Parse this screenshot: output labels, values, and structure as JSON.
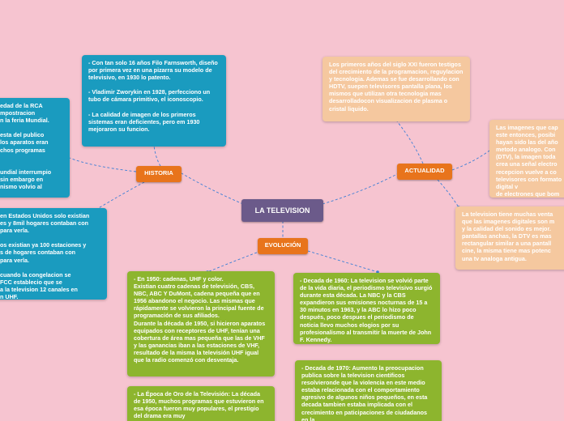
{
  "central": {
    "title": "LA TELEVISION"
  },
  "topics": {
    "historia": "HISTORIA",
    "actualidad": "ACTUALIDAD",
    "evolucion": "EVOLUCIÓN"
  },
  "historia_notes": {
    "inventors": "- Con tan solo 16 años Filo Farnsworth, diseño por primera vez en una pizarra su modelo de televisivo, en 1930 lo patento.\n\n- Vladimir Zworykin en 1928, perfecciono un tubo de cámara primitivo, el iconoscopio.\n\n- La calidad de imagen de los primeros sistemas eran deficientes, pero em 1930 mejoraron su funcion.",
    "rca": "edad de  la RCA\nmpostracion\nn la feria Mundial.\n\nesta del publico\nlos aparatos eran\nchos programas\n\n\nundial interrumpio\nsin embargo en\nnismo volvio al",
    "usa": "en Estados Unidos solo existian\nes y 8mil hogares contaban con\npara verla.\n\nos existian ya 100 estaciones y\ns de hogares contaban con\npara verla.\n\ncuando la congelacion se\nFCC establecio que se\na la television 12 canales en\nn UHF."
  },
  "actualidad_notes": {
    "xxi": "Los primeros años del siglo XXI fueron testigos del crecimiento de la programacion, reguylacion y tecnologia. Ademas se fue desarrollando con HDTV, suepen televisores pantalla plana, los mismos que utilizan otra tecnologia mas desarrolladocon visualizacion de plasma o cristal liquido.",
    "digital": "Las imagenes que cap\neste entonces, posibi\nhayan sido las del año\nmetodo analogo.  Con\n(DTV), la imagen toda\ncrea una señal electro\nrecepcion vuelve a co\ntelevisores con formato digital v\nde electrones que bom\npantalla fluorescente\nimagen.",
    "ventajas": "La television tiene muchas venta\nque las imagenes digitales son m\ny la calidad del sonido es mejor.\npantallas anchas, la DTV es mas\nrectangular similar a una pantall\ncine, la misma tiene mas potenc\nuna tv analoga antigua."
  },
  "evolucion_notes": {
    "y1950": "- En 1950: cadenas, UHF y color.\nExistian cuatro cadenas de televisión, CBS, NBC, ABC Y DuMont, cadena pequeña que en 1956 abandono el negocio. Las mismas que rápidamente se volvieron la principal fuente de programación de sus afiliados.\nDurante la década de 1950, si hicieron aparatos equipados con receptores de UHF, tenían una cobertura de área mas pequeña que las de VHF y las ganancias iban a las estaciones de VHF, resultado de la misma la televisión UHF igual que la radio comenzó con desventaja.",
    "oro": "- La Época de Oro de la Televisión: La década de 1950, muchos programas que estuvieron en esa época fueron muy populares, el prestigio del drama era muy",
    "y1960": "- Decada de 1960: La television se volvió parte de la vida diaria, el periodismo televisivo surgió durante esta década. La NBC y la CBS expandieron sus emisiones nocturnas de 15 a 30 minutos en 1963, y la ABC lo hizo poco después, poco despues el periodismo de noticia llevo muchos elogios por su profesionalismo al transmitir la muerte de John F. Kennedy.",
    "y1970": "- Decada de 1970: Aumento la preocupacion publica sobre la television cientificos resolvieronde que la violencia en este medio estaba relacionada con el comportamiento agresivo de algunos niños pequeños, en esta decada tambien estaba implicada con el crecimiento en paticipaciones de ciudadanos en la"
  },
  "colors": {
    "background": "#f6c4d0",
    "central": "#6b5a8a",
    "topic": "#e8741c",
    "historia_cards": "#1a9bbf",
    "evolucion_cards": "#8db52e",
    "actualidad_cards": "#f5c89f",
    "connector": "#3d7fd6"
  }
}
